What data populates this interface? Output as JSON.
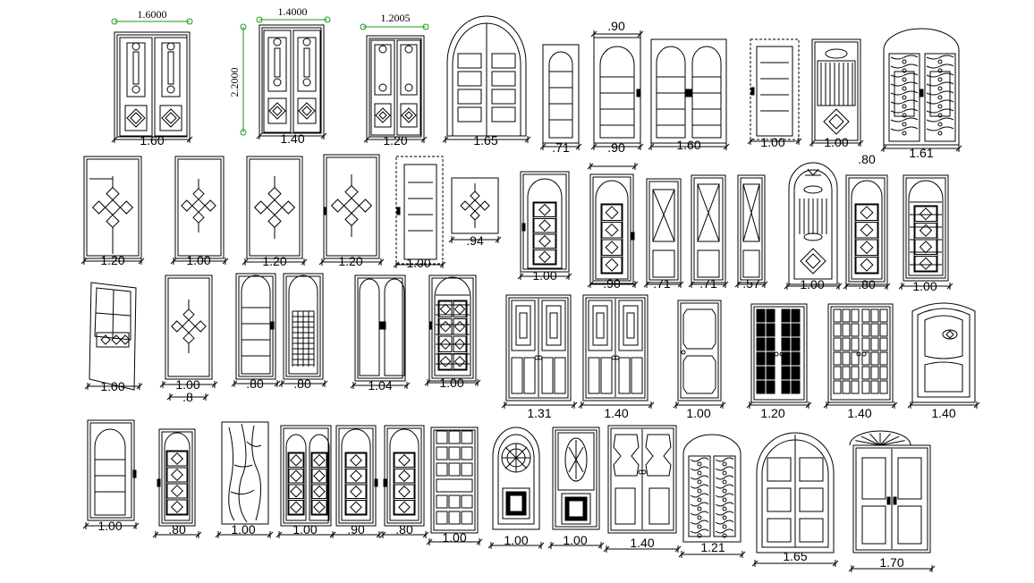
{
  "colors": {
    "line": "#000000",
    "dimension_marker": "#1a9a1a",
    "background": "#ffffff"
  },
  "top_dims": {
    "d1": "1.6000",
    "d2": "1.4000",
    "d3": "1.2005",
    "vert": "2.2000",
    "d90": ".90",
    "d80": ".80"
  },
  "row1": [
    "1.60",
    "1.40",
    "1.20",
    "1.65",
    ".71",
    ".90",
    "1.60",
    "1.00",
    "1.00",
    "1.61"
  ],
  "row2": [
    "1.20",
    "1.00",
    "1.20",
    "1.20",
    "1.00",
    ".94",
    "1.00",
    ".90",
    ".71",
    ".71",
    ".57",
    "1.00",
    ".80",
    "1.00"
  ],
  "row3": [
    "1.00",
    "1.00",
    ".8",
    ".80",
    ".80",
    "1.04",
    "1.00",
    "1.31",
    "1.40",
    "1.00",
    "1.20",
    "1.40",
    "1.40"
  ],
  "row4": [
    "1.00",
    ".80",
    "1.00",
    "1.00",
    ".90",
    ".80",
    "1.00",
    "1.00",
    "1.00",
    "1.40",
    "1.21",
    "1.65",
    "1.70"
  ]
}
